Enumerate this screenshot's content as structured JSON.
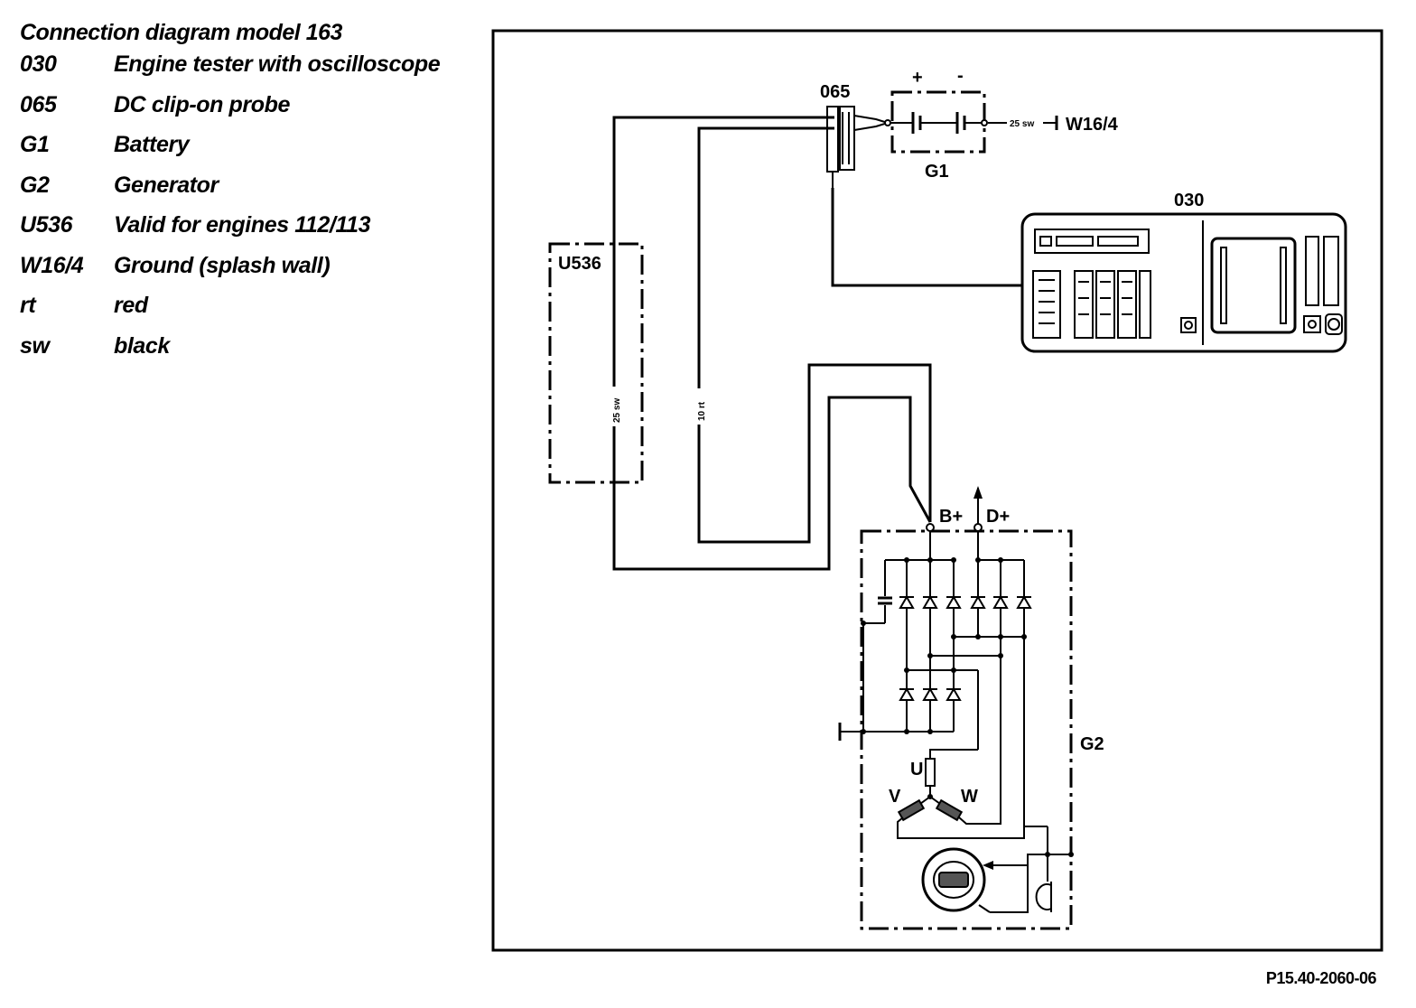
{
  "legend": {
    "title": "Connection diagram model 163",
    "items": [
      {
        "code": "030",
        "desc": "Engine tester with oscilloscope"
      },
      {
        "code": "065",
        "desc": "DC clip-on probe"
      },
      {
        "code": "G1",
        "desc": "Battery"
      },
      {
        "code": "G2",
        "desc": "Generator"
      },
      {
        "code": "U536",
        "desc": "Valid for engines 112/113"
      },
      {
        "code": "W16/4",
        "desc": "Ground (splash wall)"
      },
      {
        "code": "rt",
        "desc": "red"
      },
      {
        "code": "sw",
        "desc": "black"
      }
    ]
  },
  "diagram": {
    "probe_label": "065",
    "battery_label": "G1",
    "battery_plus": "+",
    "battery_minus": "-",
    "ground_wire": "25 sw",
    "ground_label": "W16/4",
    "tester_label": "030",
    "u536_label": "U536",
    "wire_black": "25 sw",
    "wire_red": "10 rt",
    "b_plus": "B+",
    "d_plus": "D+",
    "generator_label": "G2",
    "phase_u": "U",
    "phase_v": "V",
    "phase_w": "W"
  },
  "reference": "P15.40-2060-06"
}
